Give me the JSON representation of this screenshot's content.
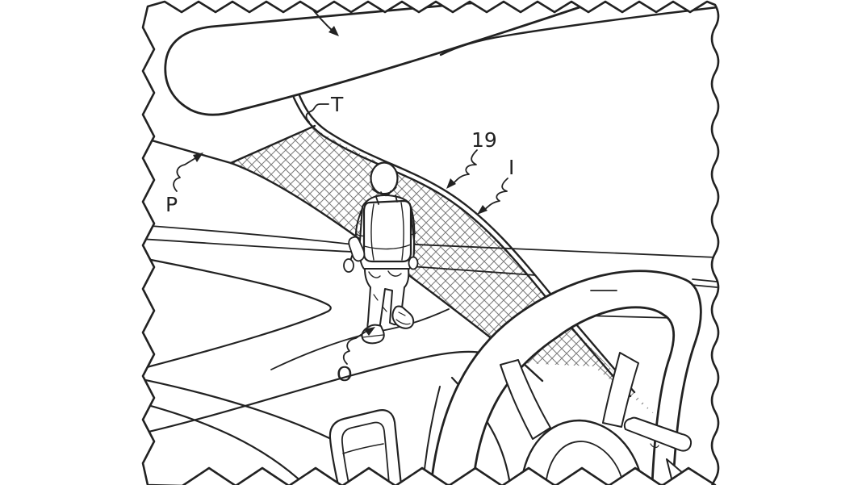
{
  "figure": {
    "kind": "patent-line-drawing",
    "labels": {
      "t": "T",
      "ref19": "19",
      "i": "I",
      "p": "P",
      "o": "O"
    },
    "colors": {
      "line": "#222222",
      "background": "#ffffff",
      "hatch_line": "#7a7a7a"
    }
  }
}
